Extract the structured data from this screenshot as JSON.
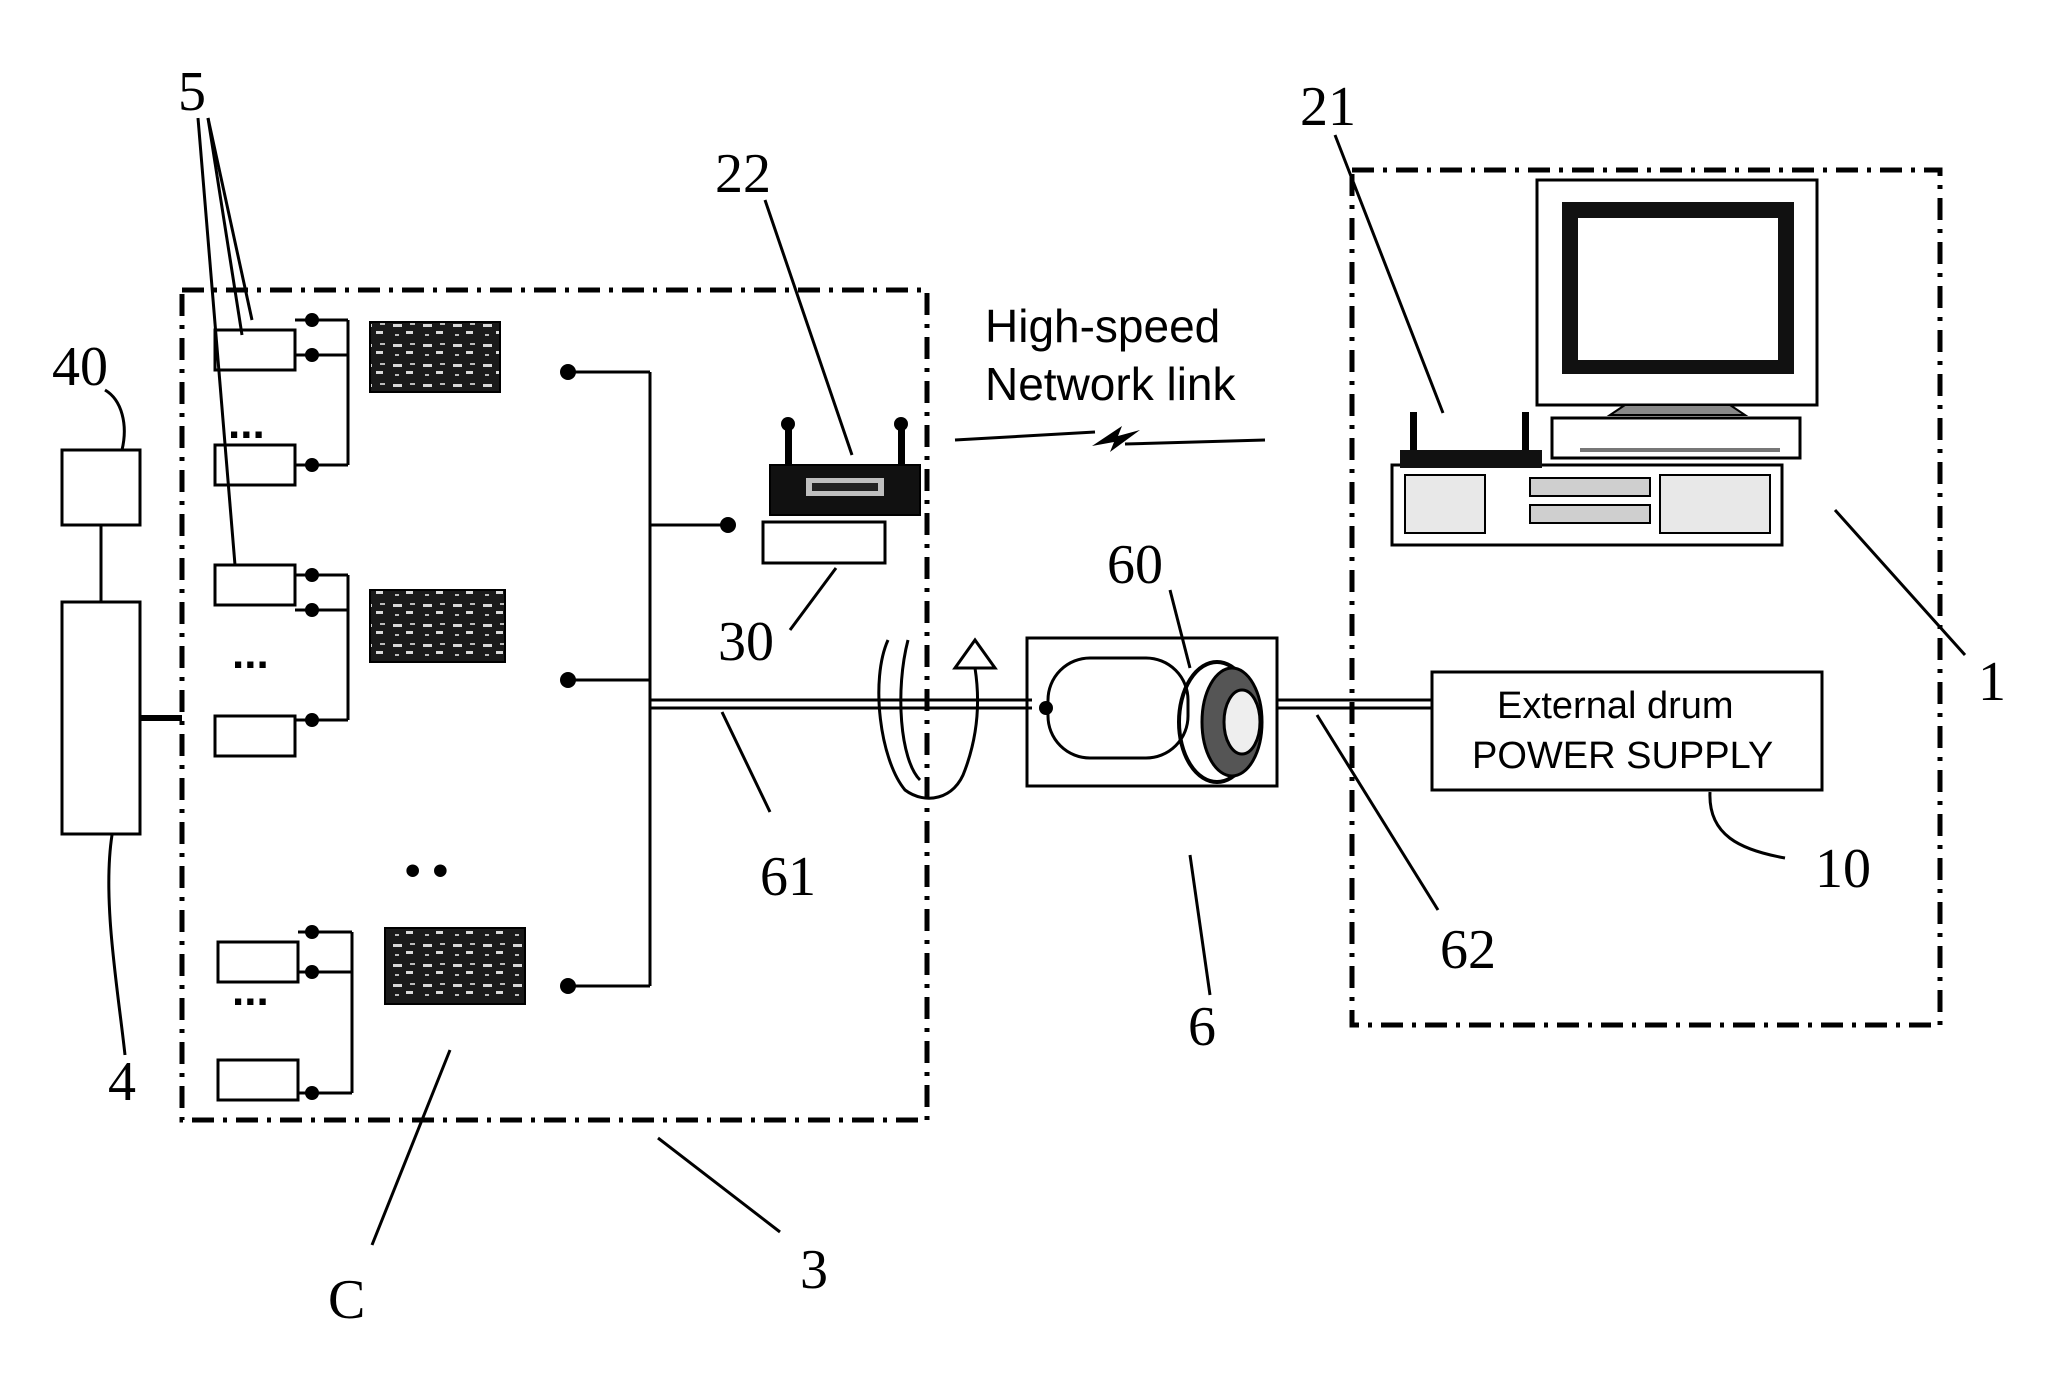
{
  "references": {
    "r5": "5",
    "r40": "40",
    "r4": "4",
    "r22": "22",
    "r30": "30",
    "r61": "61",
    "r60": "60",
    "r6": "6",
    "r21": "21",
    "r1": "1",
    "r62": "62",
    "r10": "10",
    "rC": "C",
    "r3": "3"
  },
  "network_link": {
    "line1": "High-speed",
    "line2": "Network link"
  },
  "power_supply": {
    "line1": "External drum",
    "line2": "POWER SUPPLY"
  },
  "ellipsis": {
    "dots3": "...",
    "dots2": "• •"
  },
  "colors": {
    "ink": "#000000",
    "paper": "#ffffff",
    "board": "#1a1a1a"
  }
}
